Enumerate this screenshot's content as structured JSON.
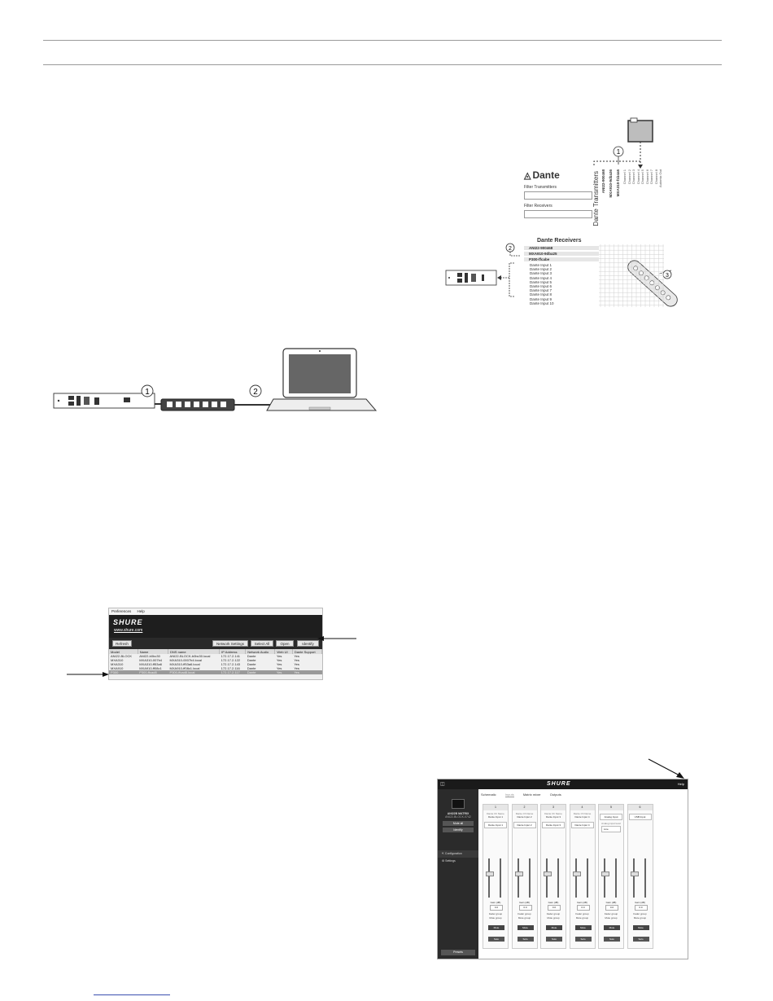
{
  "dante_controller": {
    "logo_text": "Dante",
    "filter_transmitters_label": "Filter Transmitters",
    "filter_receivers_label": "Filter Receivers",
    "transmitters_header": "Dante Transmitters",
    "receivers_header": "Dante Receivers",
    "transmitter_devices": [
      "ANI22-900468",
      "MXA910-9dba36",
      "MXA310-f1b4a5"
    ],
    "channels": [
      "Channel 1",
      "Channel 2",
      "Channel 3",
      "Channel 4",
      "Channel 5",
      "Channel 6",
      "Channel 7",
      "Channel 8",
      "Automix Out"
    ],
    "receiver_devices": [
      "ANI22-900468",
      "MXA910-9dba25",
      "P300-ffcabe"
    ],
    "receiver_inputs": [
      "Dante Input 1",
      "Dante Input 2",
      "Dante Input 3",
      "Dante Input 4",
      "Dante Input 5",
      "Dante Input 6",
      "Dante Input 7",
      "Dante Input 8",
      "Dante Input 9",
      "Dante Input 10"
    ]
  },
  "callouts": {
    "top_one": "1",
    "top_two": "2",
    "top_three": "3",
    "net_one": "1",
    "net_two": "2"
  },
  "discovery": {
    "menu": [
      "Preferences",
      "Help"
    ],
    "brand": "SHURE",
    "site": "www.shure.com",
    "buttons": {
      "refresh": "Refresh",
      "network_settings": "Network Settings",
      "select_all": "Select All",
      "open": "Open",
      "identify": "Identify"
    },
    "columns": [
      "Model",
      "Name",
      "DNS name",
      "IP Address",
      "Network Audio",
      "Web UI",
      "Dante Support"
    ],
    "rows": [
      [
        "ANI22-BLOCK",
        "ANI22-b0bc30",
        "ANI22-BLOCK-b0bc30.local",
        "172.17.2.141",
        "Dante",
        "Yes",
        "Yes"
      ],
      [
        "MXA310",
        "MXA310-007b4",
        "MXA310-0007b4.local",
        "172.17.2.122",
        "Dante",
        "Yes",
        "Yes"
      ],
      [
        "MXA310",
        "MXA310-ff53a6",
        "MXA310-ff53a6.local",
        "172.17.2.143",
        "Dante",
        "Yes",
        "Yes"
      ],
      [
        "MXA910",
        "MXA910-ff08c1",
        "MXA910-ff08c1.local",
        "172.17.2.116",
        "Dante",
        "Yes",
        "Yes"
      ],
      [
        "P300",
        "P300-ffcad8",
        "P300-ffcad8.local",
        "172.17.2.117",
        "Dante",
        "Yes",
        "Yes"
      ]
    ]
  },
  "web_app": {
    "logo": "SHURE",
    "help": "Help",
    "device_name": "ANI22B MATRIX",
    "device_sub": "ANI22-BLOCK-0742",
    "side_buttons": [
      "Mute all",
      "Identify"
    ],
    "nav": [
      "Configuration",
      "Settings"
    ],
    "tabs": [
      "Schematic",
      "Inputs",
      "Matrix mixer",
      "Outputs"
    ],
    "presets": "Presets",
    "strips": [
      {
        "num": "1",
        "label": "Dante Ch Name",
        "name": "Dante Input 1",
        "box": "Dante Input 1"
      },
      {
        "num": "2",
        "label": "Dante Ch Name",
        "name": "Dante Input 2",
        "box": "Dante Input 2"
      },
      {
        "num": "3",
        "label": "Dante Ch Name",
        "name": "Dante Input 3",
        "box": "Dante Input 3"
      },
      {
        "num": "4",
        "label": "Dante Ch Name",
        "name": "Dante Input 4",
        "box": "Dante Input 4"
      },
      {
        "num": "5",
        "label": "",
        "name": "",
        "box": "Analog Input"
      },
      {
        "num": "6",
        "label": "",
        "name": "",
        "box": "USB Input"
      }
    ],
    "analog_input_level_label": "Analog input level",
    "analog_input_level_value": "Line",
    "gain_label": "Gain (dB)",
    "gain_value": "0.0",
    "fader_group": "Fader group",
    "mute_group": "Mute group",
    "mute_label": "Mute",
    "solo_label": "Solo"
  }
}
